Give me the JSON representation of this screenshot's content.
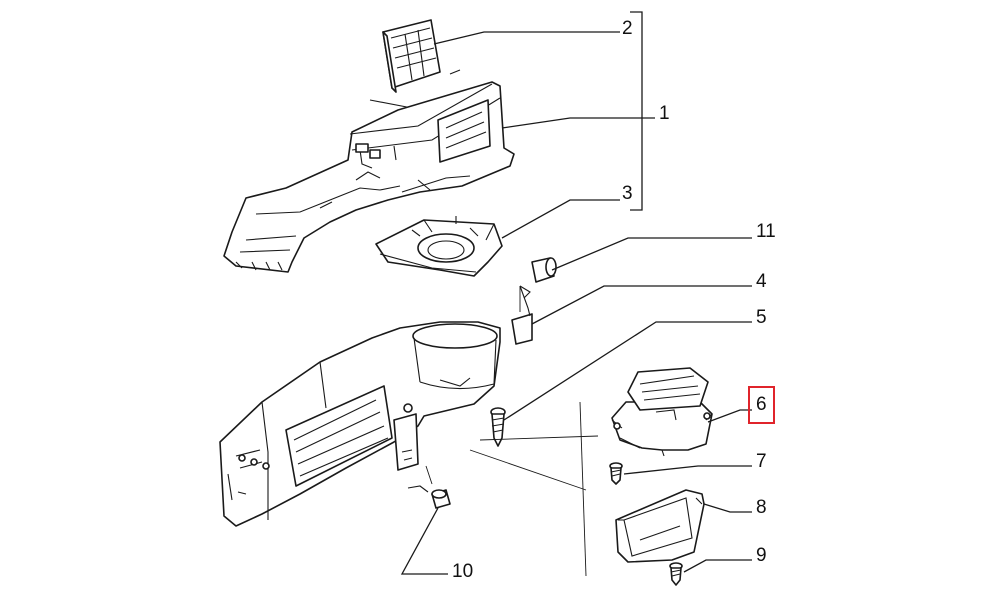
{
  "diagram": {
    "callouts": [
      {
        "id": "1",
        "label": "1"
      },
      {
        "id": "2",
        "label": "2"
      },
      {
        "id": "3",
        "label": "3"
      },
      {
        "id": "4",
        "label": "4"
      },
      {
        "id": "5",
        "label": "5"
      },
      {
        "id": "6",
        "label": "6",
        "highlighted": true
      },
      {
        "id": "7",
        "label": "7"
      },
      {
        "id": "8",
        "label": "8"
      },
      {
        "id": "9",
        "label": "9"
      },
      {
        "id": "10",
        "label": "10"
      },
      {
        "id": "11",
        "label": "11"
      }
    ],
    "highlight_color": "#e0242b",
    "line_color": "#1a1a1a"
  }
}
